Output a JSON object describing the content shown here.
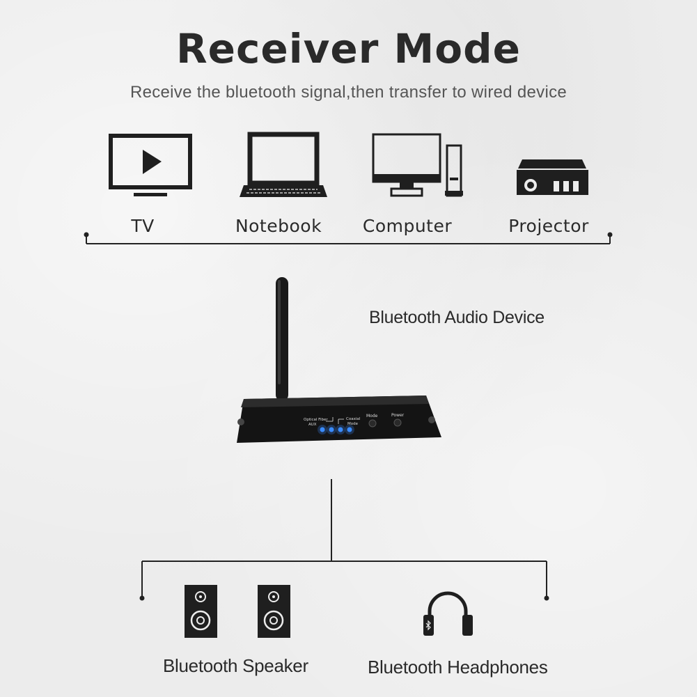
{
  "header": {
    "title": "Receiver Mode",
    "subtitle": "Receive the bluetooth signal,then transfer to wired device"
  },
  "sources": [
    {
      "label": "TV",
      "icon": "tv-icon"
    },
    {
      "label": "Notebook",
      "icon": "notebook-icon"
    },
    {
      "label": "Computer",
      "icon": "computer-icon"
    },
    {
      "label": "Projector",
      "icon": "projector-icon"
    }
  ],
  "device": {
    "label": "Bluetooth Audio Device",
    "panel": {
      "optical": "Optical Fiber",
      "aux": "AUX",
      "coaxial": "Coaxial",
      "mode_small": "Mode",
      "mode": "Mode",
      "power": "Power"
    },
    "led_color": "#3a8bff"
  },
  "outputs": [
    {
      "label": "Bluetooth Speaker",
      "icon": "speaker-icon"
    },
    {
      "label": "Bluetooth Headphones",
      "icon": "headphones-icon"
    }
  ],
  "colors": {
    "icon": "#1f1f1f",
    "line": "#222222",
    "background": "#ececec"
  }
}
